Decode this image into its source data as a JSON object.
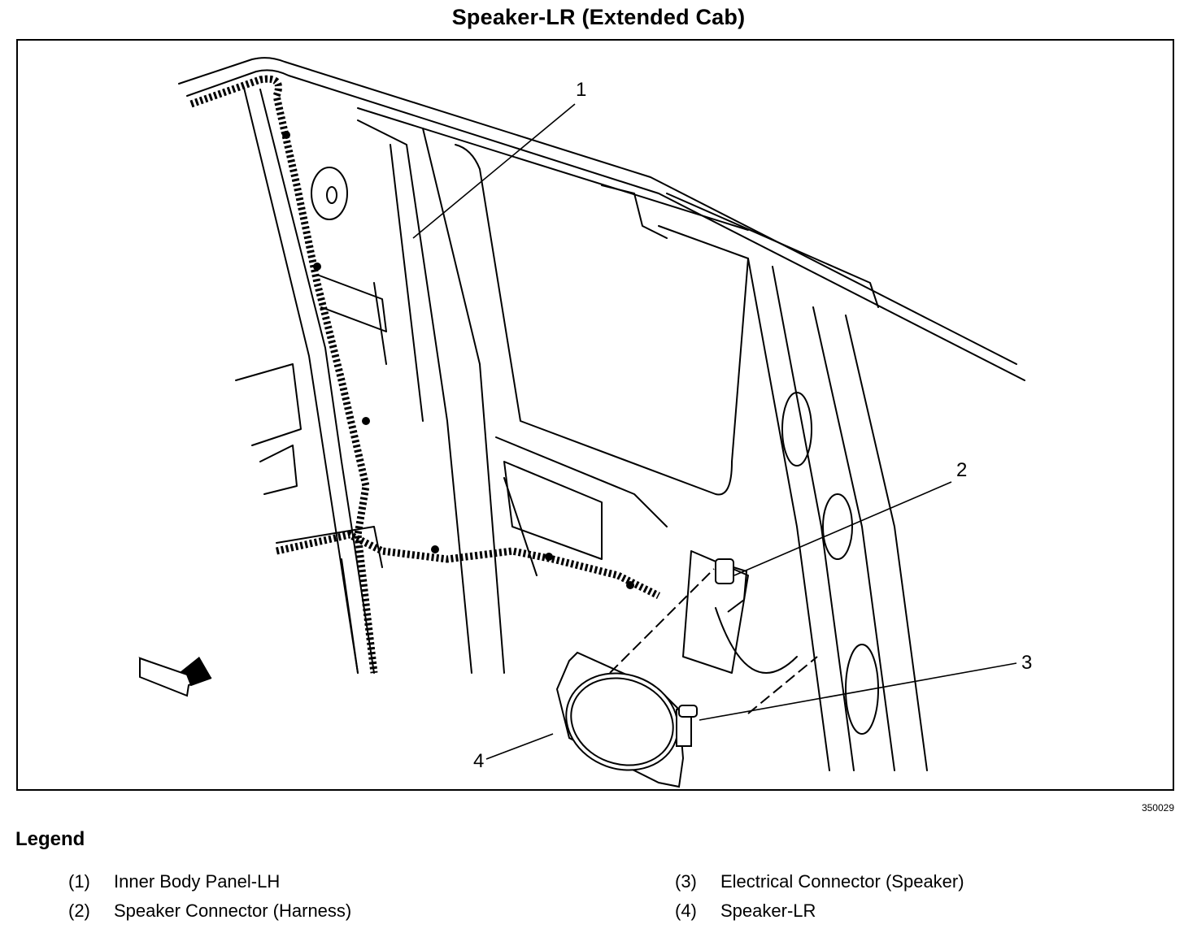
{
  "title": "Speaker-LR (Extended Cab)",
  "figure_number": "350029",
  "callouts": [
    {
      "id": "1",
      "label": "1"
    },
    {
      "id": "2",
      "label": "2"
    },
    {
      "id": "3",
      "label": "3"
    },
    {
      "id": "4",
      "label": "4"
    }
  ],
  "legend": {
    "heading": "Legend",
    "items": [
      {
        "num": "(1)",
        "text": "Inner Body Panel-LH"
      },
      {
        "num": "(2)",
        "text": "Speaker Connector (Harness)"
      },
      {
        "num": "(3)",
        "text": "Electrical Connector (Speaker)"
      },
      {
        "num": "(4)",
        "text": "Speaker-LR"
      }
    ]
  },
  "icons": {
    "view_arrow": "front-of-vehicle-arrow-icon"
  }
}
